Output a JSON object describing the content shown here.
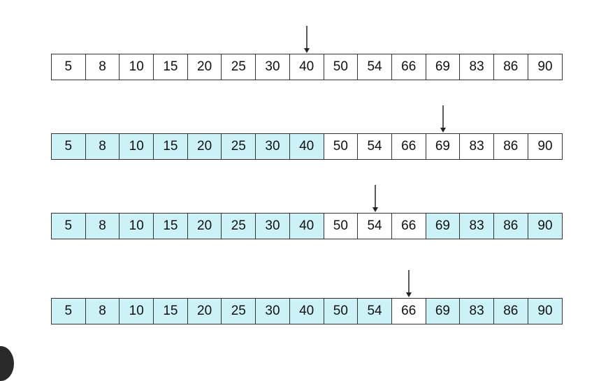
{
  "colors": {
    "discarded": "#ccf2f8",
    "active": "#ffffff",
    "border": "#333333",
    "arrow": "#222222"
  },
  "steps": [
    {
      "pointer_index": 7,
      "cells": [
        {
          "value": "5",
          "discarded": false
        },
        {
          "value": "8",
          "discarded": false
        },
        {
          "value": "10",
          "discarded": false
        },
        {
          "value": "15",
          "discarded": false
        },
        {
          "value": "20",
          "discarded": false
        },
        {
          "value": "25",
          "discarded": false
        },
        {
          "value": "30",
          "discarded": false
        },
        {
          "value": "40",
          "discarded": false
        },
        {
          "value": "50",
          "discarded": false
        },
        {
          "value": "54",
          "discarded": false
        },
        {
          "value": "66",
          "discarded": false
        },
        {
          "value": "69",
          "discarded": false
        },
        {
          "value": "83",
          "discarded": false
        },
        {
          "value": "86",
          "discarded": false
        },
        {
          "value": "90",
          "discarded": false
        }
      ]
    },
    {
      "pointer_index": 11,
      "cells": [
        {
          "value": "5",
          "discarded": true
        },
        {
          "value": "8",
          "discarded": true
        },
        {
          "value": "10",
          "discarded": true
        },
        {
          "value": "15",
          "discarded": true
        },
        {
          "value": "20",
          "discarded": true
        },
        {
          "value": "25",
          "discarded": true
        },
        {
          "value": "30",
          "discarded": true
        },
        {
          "value": "40",
          "discarded": true
        },
        {
          "value": "50",
          "discarded": false
        },
        {
          "value": "54",
          "discarded": false
        },
        {
          "value": "66",
          "discarded": false
        },
        {
          "value": "69",
          "discarded": false
        },
        {
          "value": "83",
          "discarded": false
        },
        {
          "value": "86",
          "discarded": false
        },
        {
          "value": "90",
          "discarded": false
        }
      ]
    },
    {
      "pointer_index": 9,
      "cells": [
        {
          "value": "5",
          "discarded": true
        },
        {
          "value": "8",
          "discarded": true
        },
        {
          "value": "10",
          "discarded": true
        },
        {
          "value": "15",
          "discarded": true
        },
        {
          "value": "20",
          "discarded": true
        },
        {
          "value": "25",
          "discarded": true
        },
        {
          "value": "30",
          "discarded": true
        },
        {
          "value": "40",
          "discarded": true
        },
        {
          "value": "50",
          "discarded": false
        },
        {
          "value": "54",
          "discarded": false
        },
        {
          "value": "66",
          "discarded": false
        },
        {
          "value": "69",
          "discarded": true
        },
        {
          "value": "83",
          "discarded": true
        },
        {
          "value": "86",
          "discarded": true
        },
        {
          "value": "90",
          "discarded": true
        }
      ]
    },
    {
      "pointer_index": 10,
      "cells": [
        {
          "value": "5",
          "discarded": true
        },
        {
          "value": "8",
          "discarded": true
        },
        {
          "value": "10",
          "discarded": true
        },
        {
          "value": "15",
          "discarded": true
        },
        {
          "value": "20",
          "discarded": true
        },
        {
          "value": "25",
          "discarded": true
        },
        {
          "value": "30",
          "discarded": true
        },
        {
          "value": "40",
          "discarded": true
        },
        {
          "value": "50",
          "discarded": true
        },
        {
          "value": "54",
          "discarded": true
        },
        {
          "value": "66",
          "discarded": false
        },
        {
          "value": "69",
          "discarded": true
        },
        {
          "value": "83",
          "discarded": true
        },
        {
          "value": "86",
          "discarded": true
        },
        {
          "value": "90",
          "discarded": true
        }
      ]
    }
  ]
}
